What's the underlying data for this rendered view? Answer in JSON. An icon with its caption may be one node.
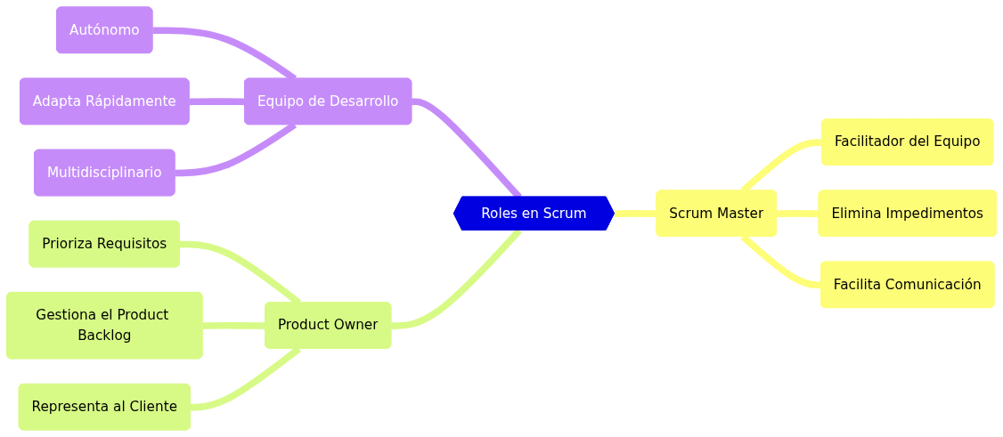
{
  "diagram": {
    "nodes": [
      {
        "text": [
          "Roles en Scrum"
        ]
      },
      {
        "text": [
          "Equipo de Desarrollo"
        ]
      },
      {
        "text": [
          "Autónomo"
        ]
      },
      {
        "text": [
          "Adapta Rápidamente"
        ]
      },
      {
        "text": [
          "Multidisciplinario"
        ]
      },
      {
        "text": [
          "Scrum Master"
        ]
      },
      {
        "text": [
          "Facilitador del Equipo"
        ]
      },
      {
        "text": [
          "Elimina Impedimentos"
        ]
      },
      {
        "text": [
          "Facilita Comunicación"
        ]
      },
      {
        "text": [
          "Product Owner"
        ]
      },
      {
        "text": [
          "Prioriza Requisitos"
        ]
      },
      {
        "text": [
          "Gestiona el Product Backlog"
        ]
      },
      {
        "text": [
          "Representa al Cliente"
        ]
      }
    ],
    "edges": [
      {
        "from": 0,
        "to": 1,
        "arrow": "none",
        "color": "#c58cf9"
      },
      {
        "from": 1,
        "to": 2,
        "arrow": "none",
        "color": "#c58cf9"
      },
      {
        "from": 1,
        "to": 3,
        "arrow": "none",
        "color": "#c58cf9"
      },
      {
        "from": 1,
        "to": 4,
        "arrow": "none",
        "color": "#c58cf9"
      },
      {
        "from": 0,
        "to": 5,
        "arrow": "none",
        "color": "#fdfd78"
      },
      {
        "from": 5,
        "to": 6,
        "arrow": "none",
        "color": "#fdfd78"
      },
      {
        "from": 5,
        "to": 7,
        "arrow": "none",
        "color": "#fdfd78"
      },
      {
        "from": 5,
        "to": 8,
        "arrow": "none",
        "color": "#fdfd78"
      },
      {
        "from": 0,
        "to": 9,
        "arrow": "none",
        "color": "#d7fa86"
      },
      {
        "from": 9,
        "to": 10,
        "arrow": "none",
        "color": "#d7fa86"
      },
      {
        "from": 9,
        "to": 11,
        "arrow": "none",
        "color": "#d7fa86"
      },
      {
        "from": 9,
        "to": 12,
        "arrow": "none",
        "color": "#d7fa86"
      }
    ]
  }
}
